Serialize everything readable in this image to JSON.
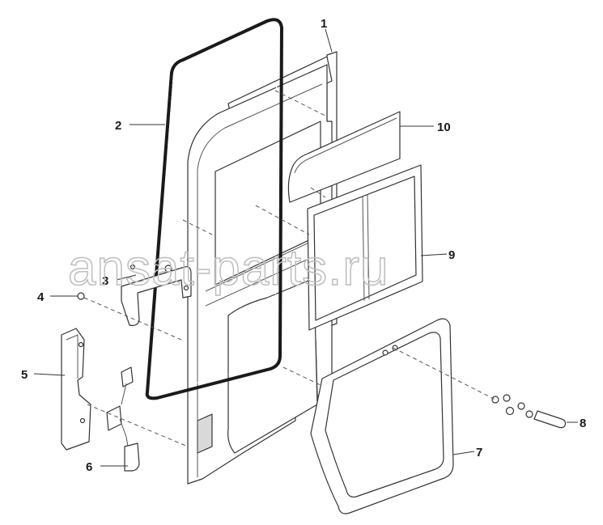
{
  "watermark": "ansat-parts.ru",
  "callouts": [
    {
      "id": "1",
      "label": "1"
    },
    {
      "id": "2",
      "label": "2"
    },
    {
      "id": "3",
      "label": "3"
    },
    {
      "id": "4",
      "label": "4"
    },
    {
      "id": "5",
      "label": "5"
    },
    {
      "id": "6",
      "label": "6"
    },
    {
      "id": "7",
      "label": "7"
    },
    {
      "id": "8",
      "label": "8"
    },
    {
      "id": "9",
      "label": "9"
    },
    {
      "id": "10",
      "label": "10"
    }
  ],
  "colors": {
    "line": "#333333",
    "fill": "#ffffff",
    "seal": "#1a1a1a",
    "watermark": "#bdbdbd"
  }
}
